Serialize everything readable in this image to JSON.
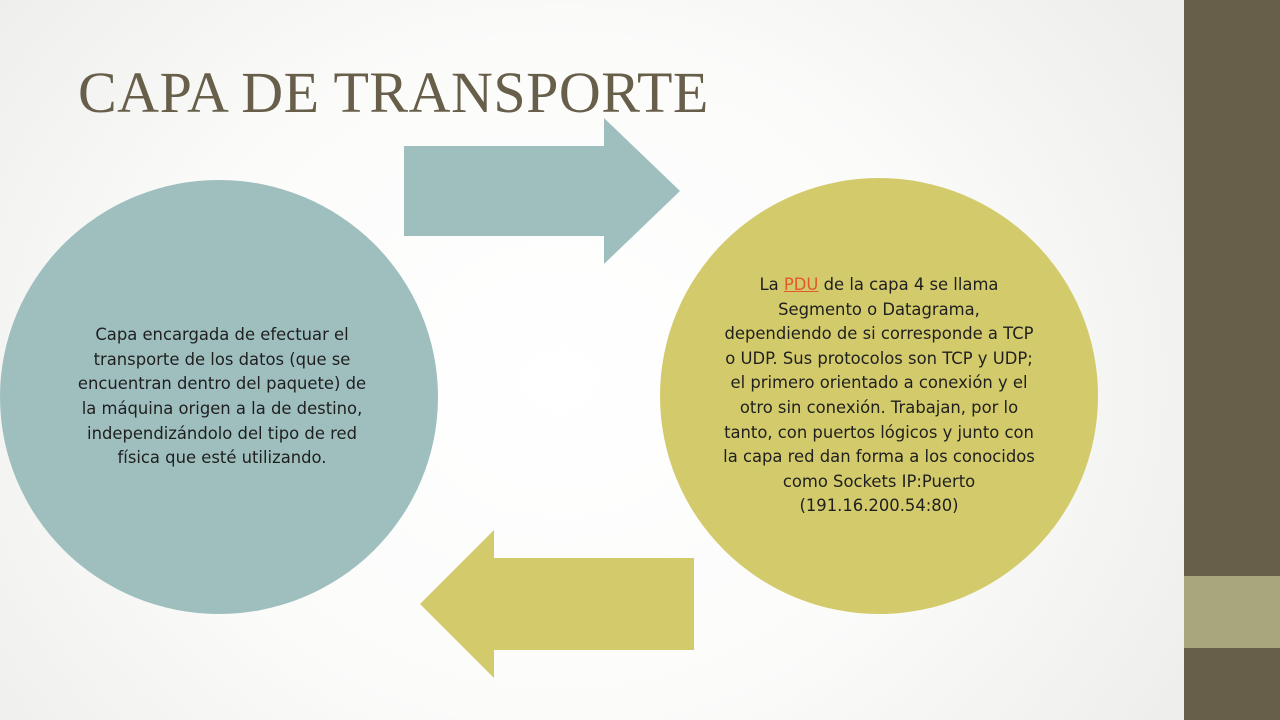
{
  "slide": {
    "title": "CAPA DE TRANSPORTE",
    "left_circle": {
      "text": "Capa encargada de efectuar el transporte de los datos (que se encuentran dentro del paquete) de la máquina origen a la de destino, independizándolo del tipo de red física que esté utilizando."
    },
    "right_circle": {
      "text_before_link": "La ",
      "link_text": "PDU",
      "text_after_link": " de la capa 4 se llama Segmento o Datagrama, dependiendo de si corresponde a TCP o UDP. Sus protocolos son TCP y UDP; el primero orientado a conexión y el otro sin conexión. Trabajan, por lo tanto, con puertos lógicos y junto con la capa red dan forma a los conocidos como Sockets IP:Puerto (191.16.200.54:80)"
    },
    "arrows": {
      "top": {
        "direction": "right",
        "icon": "arrow-right-icon"
      },
      "bottom": {
        "direction": "left",
        "icon": "arrow-left-icon"
      }
    }
  },
  "colors": {
    "title": "#675f4a",
    "sidebar": "#675f4a",
    "sidebar_accent": "#a9a57c",
    "teal": "#9fbfbf",
    "olive": "#d3cb6b",
    "link": "#e2592c"
  }
}
